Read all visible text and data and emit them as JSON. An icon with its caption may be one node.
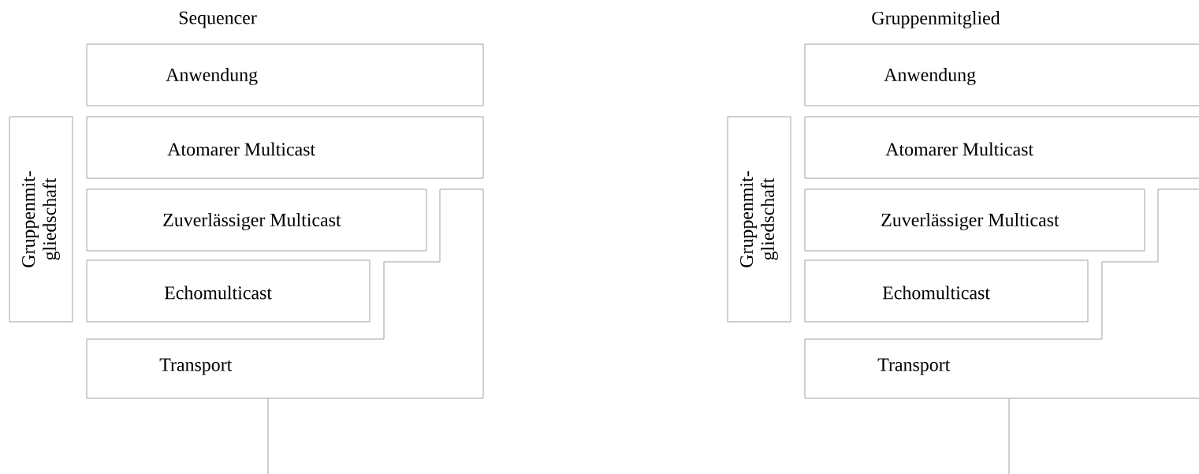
{
  "diagram": {
    "nodes": [
      {
        "text": [
          "Anwendung"
        ]
      },
      {
        "text": [
          "Atomarer Multicast"
        ]
      },
      {
        "text": [
          "Zuverlässiger Multicast"
        ]
      },
      {
        "text": [
          "Echomulticast"
        ]
      },
      {
        "text": [
          "Transport"
        ]
      },
      {
        "text": [
          "Gruppenmit- gliedschaft"
        ]
      },
      {
        "text": [
          "Anwendung"
        ]
      },
      {
        "text": [
          "Atomarer Multicast"
        ]
      },
      {
        "text": [
          "Zuverlässiger Multicast"
        ]
      },
      {
        "text": [
          "Echomulticast"
        ]
      },
      {
        "text": [
          "Transport"
        ]
      },
      {
        "text": [
          "Gruppenmit- gliedschaft"
        ]
      }
    ],
    "edges": [
      {
        "from": 4,
        "to": null,
        "arrow": "none"
      },
      {
        "from": 10,
        "to": null,
        "arrow": "none"
      }
    ],
    "labels": [
      "Sequencer",
      "Gruppenmitglied"
    ]
  }
}
